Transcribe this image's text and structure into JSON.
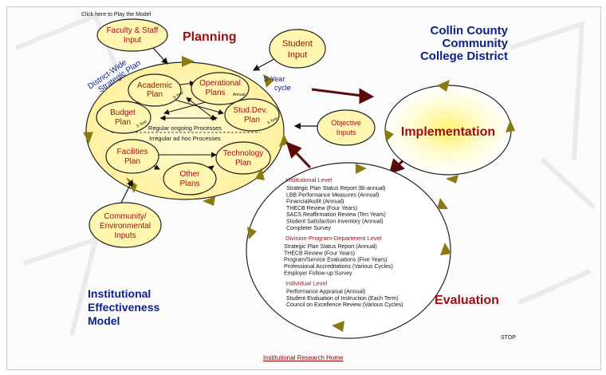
{
  "header": {
    "play_hint": "Click here to Play the Model",
    "stop": "STOP"
  },
  "college_name": [
    "Collin County",
    "Community",
    "College District"
  ],
  "model_title": [
    "Institutional",
    "Effectiveness",
    "Model"
  ],
  "planning": {
    "title": "Planning",
    "arc_label": [
      "District-Wide",
      "Strategic Plan"
    ],
    "cycle_label": [
      "3-Year",
      "cycle"
    ],
    "plans": {
      "academic": [
        "Academic",
        "Plan"
      ],
      "operational": [
        "Operational",
        "Plans"
      ],
      "operational_tag": "Annual",
      "studdev": [
        "Stud.Dev.",
        "Plan"
      ],
      "studdev_tag": "3-Year",
      "budget": [
        "Budget",
        "Plan"
      ],
      "budget_tag": "3-Year",
      "facilities": [
        "Facilities",
        "Plan"
      ],
      "technology": [
        "Technology",
        "Plan"
      ],
      "other": [
        "Other",
        "Plans"
      ],
      "academic_tag": "3-Year"
    },
    "regular": "Regular ongoing Processes",
    "irregular": "Irregular ad hoc Processes"
  },
  "inputs": {
    "faculty": [
      "Faculty & Staff",
      "Input"
    ],
    "student": [
      "Student",
      "Input"
    ],
    "objective": [
      "Objective",
      "Inputs"
    ],
    "community": [
      "Community/",
      "Environmental",
      "Inputs"
    ]
  },
  "implementation": {
    "title": "Implementation"
  },
  "evaluation": {
    "title": "Evaluation",
    "sections": [
      {
        "heading": "Institutional Level",
        "items": [
          "Strategic Plan Status Report (Bi-annual)",
          "LBB Performance Measures (Annual)",
          "FinancialAudit (Annual)",
          "THECB Review (Four Years)",
          "SACS Reaffirmation Review (Ten Years)",
          "Student Satisfaction Inventory (Annual)",
          "Completer Survey"
        ]
      },
      {
        "heading": "Division-Program-Department Level",
        "items": [
          "Strategic Plan Status Report (Annual)",
          "THECB Review (Four Years)",
          "Program/Service Evaluations (Five Years)",
          "Professional Accreditations (Various Cycles)",
          "Employer Follow-up Survey"
        ]
      },
      {
        "heading": "Individual Level",
        "items": [
          "Performance Appraisal (Annual)",
          "Student Evaluation of Instruction (Each Term)",
          "Council on Excellence Review (Various Cycles)"
        ]
      }
    ]
  },
  "footer": {
    "home_link": "Institutional Research Home"
  },
  "colors": {
    "red": "#9b0d14",
    "navy": "#0d1f8a",
    "olive": "#8a7a14",
    "oval_fill": "#fff8b0"
  }
}
